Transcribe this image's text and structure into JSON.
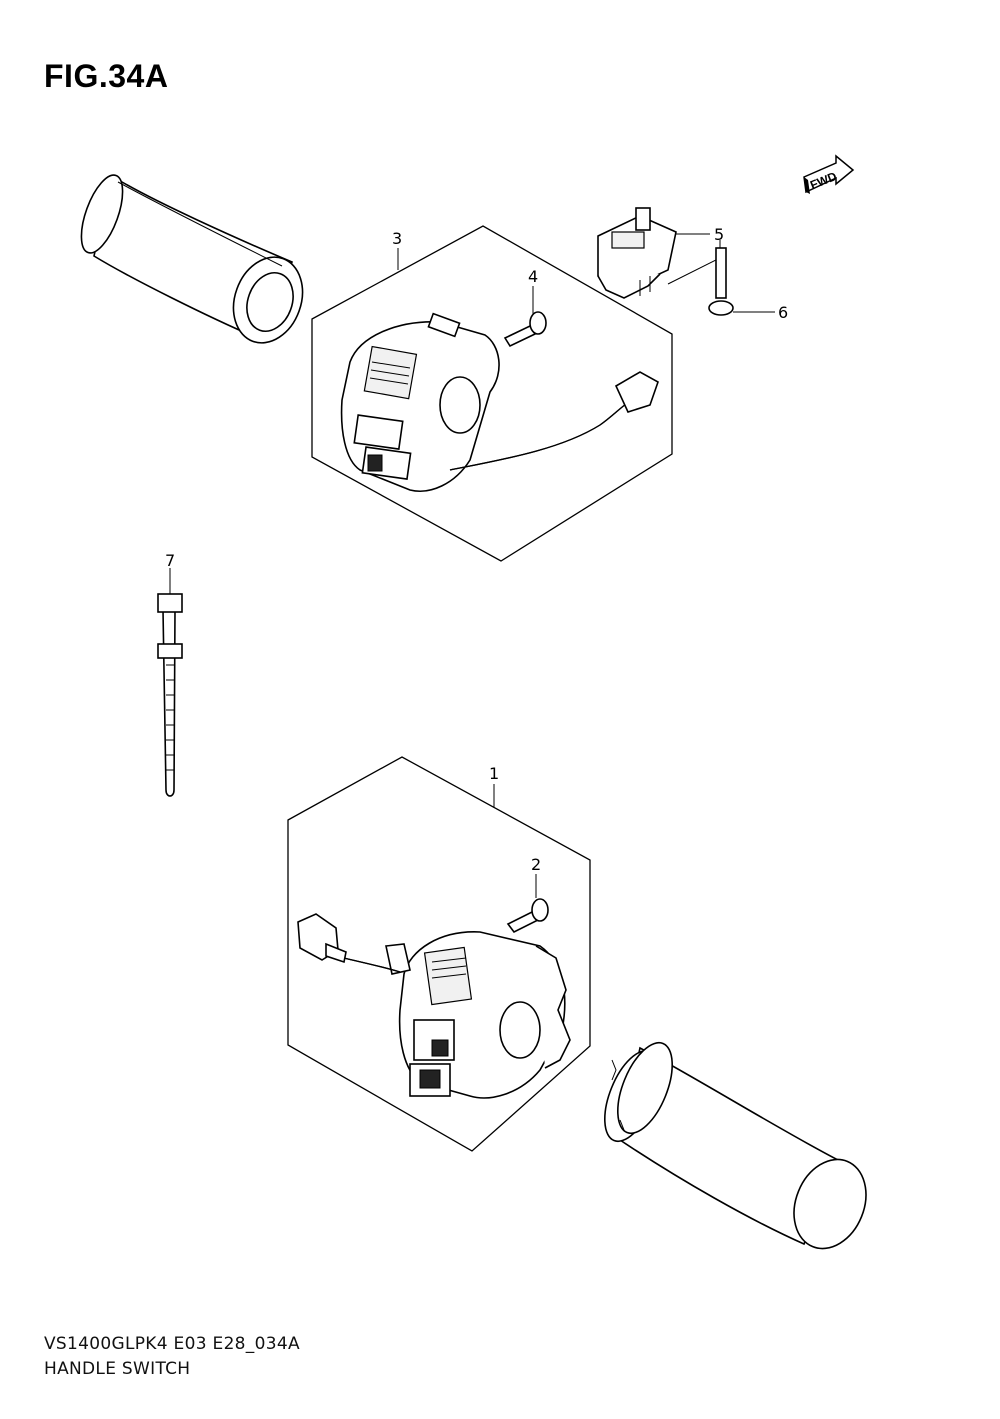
{
  "figure": {
    "title": "FIG.34A"
  },
  "fwd_label": "FWD",
  "callouts": [
    "1",
    "2",
    "3",
    "4",
    "5",
    "6",
    "7"
  ],
  "footer": {
    "model_code": "VS1400GLPK4 E03 E28_034A",
    "section_name": "HANDLE SWITCH"
  }
}
